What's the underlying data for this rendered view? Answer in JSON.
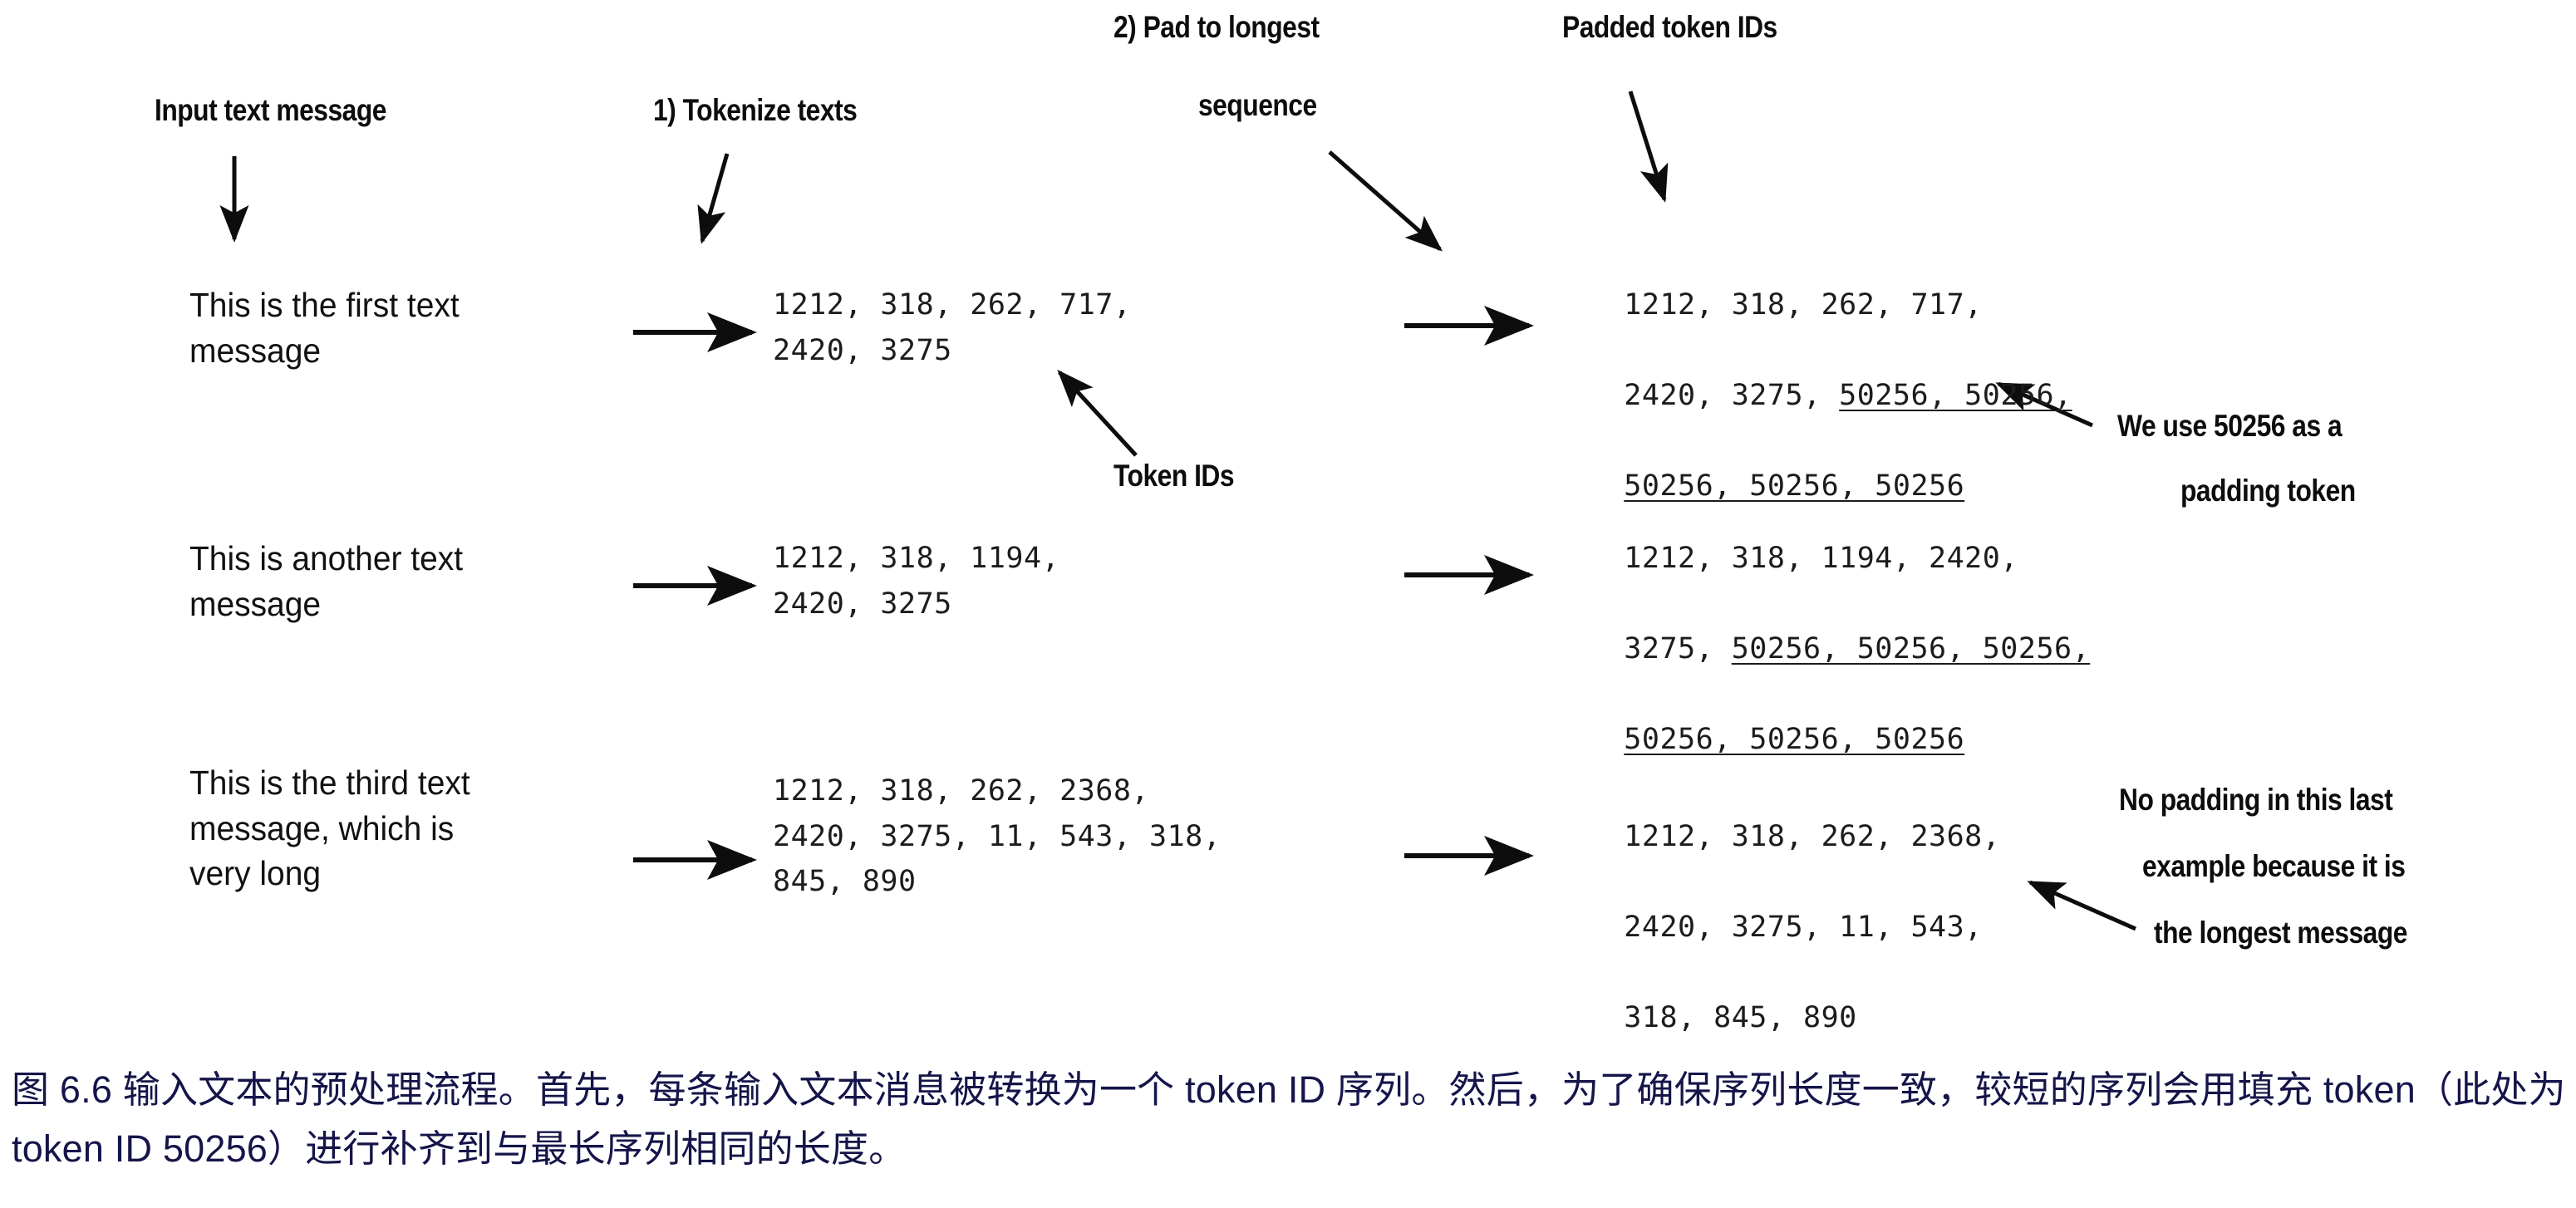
{
  "figure": {
    "headers": {
      "input_text_message": "Input text message",
      "tokenize_texts": "1) Tokenize texts",
      "pad_to_longest": "2) Pad to longest",
      "pad_to_longest_line2": "sequence",
      "padded_token_ids": "Padded token IDs",
      "token_ids": "Token IDs"
    },
    "annotations": {
      "padding_note_line1": "We use 50256 as a",
      "padding_note_line2": "padding token",
      "no_padding_line1": "No padding in this last",
      "no_padding_line2": "example because it is",
      "no_padding_line3": "the longest message"
    },
    "rows": [
      {
        "message": "This is the first text\nmessage",
        "token_ids": "1212, 318, 262, 717,\n2420, 3275",
        "padded_prefix_1": "1212, 318, 262, 717,",
        "padded_prefix_2": "2420, 3275, ",
        "padded_tokens_2": "50256, 50256,",
        "padded_tokens_3": "50256, 50256, 50256"
      },
      {
        "message": "This is another text\nmessage",
        "token_ids": "1212, 318, 1194,\n2420, 3275",
        "padded_prefix_1": "1212, 318, 1194, 2420,",
        "padded_prefix_2": "3275, ",
        "padded_tokens_2": "50256, 50256, 50256,",
        "padded_tokens_3": "50256, 50256, 50256"
      },
      {
        "message": "This is the third text\nmessage, which is\nvery long",
        "token_ids": "1212, 318, 262, 2368,\n2420, 3275, 11, 543, 318,\n845, 890",
        "padded_prefix_1": "1212, 318, 262, 2368,",
        "padded_prefix_2": "2420, 3275, 11, 543,",
        "padded_tokens_2": "",
        "padded_tokens_3": "318, 845, 890"
      }
    ],
    "padding_token_id": "50256",
    "caption": "图 6.6 输入文本的预处理流程。首先，每条输入文本消息被转换为一个 token ID 序列。然后，为了确保序列长度一致，较短的序列会用填充 token（此处为 token ID 50256）进行补齐到与最长序列相同的长度。",
    "colors": {
      "ink": "#0d0d0d",
      "caption": "#15154a",
      "background": "#ffffff"
    }
  }
}
